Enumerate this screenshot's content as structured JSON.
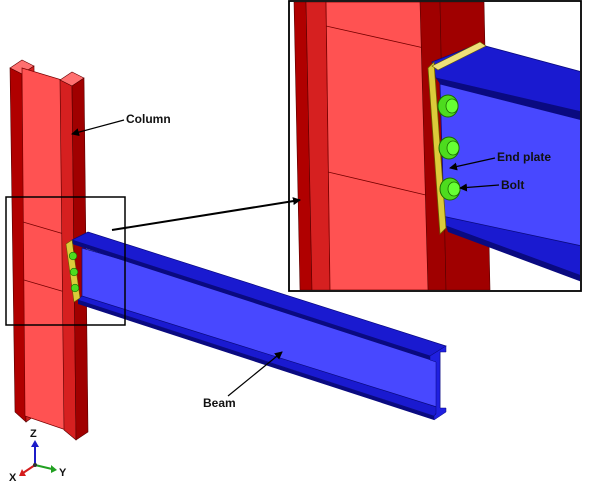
{
  "labels": {
    "column": "Column",
    "beam": "Beam",
    "end_plate": "End plate",
    "bolt": "Bolt"
  },
  "triad": {
    "x": "X",
    "y": "Y",
    "z": "Z"
  },
  "colors": {
    "column_web": "#ff5252",
    "column_flange": "#a00000",
    "column_flange_face": "#d81e1e",
    "beam_flange": "#1a1ad0",
    "beam_web": "#4848ff",
    "beam_edge": "#0a0a80",
    "end_plate": "#dccb3a",
    "bolt": "#4ddb1e",
    "axis_x": "#d41c1c",
    "axis_y": "#21a021",
    "axis_z": "#1c1cc8"
  }
}
